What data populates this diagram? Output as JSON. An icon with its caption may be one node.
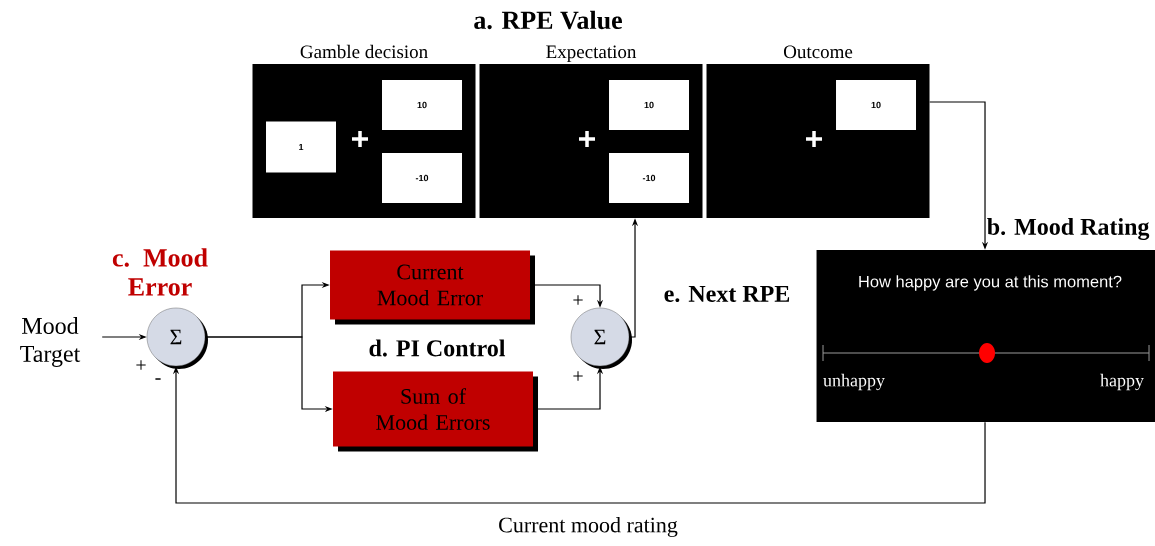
{
  "diagram": {
    "title": "a. RPE Value",
    "nodes": [
      {
        "text": [
          "Gamble decision"
        ]
      },
      {
        "text": [
          "1"
        ],
        "in": 0
      },
      {
        "text": [
          "10"
        ],
        "in": 0
      },
      {
        "text": [
          "-10"
        ],
        "in": 0
      },
      {
        "text": [
          "Expectation"
        ]
      },
      {
        "text": [
          "10"
        ],
        "in": 4
      },
      {
        "text": [
          "-10"
        ],
        "in": 4
      },
      {
        "text": [
          "Outcome"
        ]
      },
      {
        "text": [
          "10"
        ],
        "in": 7
      },
      {
        "text": [
          "b. Mood Rating",
          "How happy are you at this moment?",
          "unhappy",
          "happy"
        ]
      },
      {
        "text": [
          "Σ"
        ],
        "beside": [
          "c. Mood Error"
        ]
      },
      {
        "text": [
          "Current Mood Error"
        ]
      },
      {
        "text": [
          "Sum of Mood Errors"
        ]
      },
      {
        "text": [
          "Σ"
        ]
      },
      {
        "text": [
          "Mood Target"
        ]
      }
    ],
    "edges": [
      {
        "from": 14,
        "to": 10,
        "arrow": "to"
      },
      {
        "from": 10,
        "to": 11,
        "arrow": "to"
      },
      {
        "from": 10,
        "to": 12,
        "arrow": "to"
      },
      {
        "from": 11,
        "to": 13,
        "arrow": "to"
      },
      {
        "from": 12,
        "to": 13,
        "arrow": "to"
      },
      {
        "from": 13,
        "to": 4,
        "arrow": "to",
        "label": "e. Next RPE"
      },
      {
        "from": 7,
        "to": 9,
        "arrow": "to"
      },
      {
        "from": 9,
        "to": 10,
        "arrow": "to",
        "label": "Current mood rating"
      }
    ],
    "labels": [
      "d. PI Control",
      "+",
      "-",
      "+",
      "+"
    ]
  }
}
